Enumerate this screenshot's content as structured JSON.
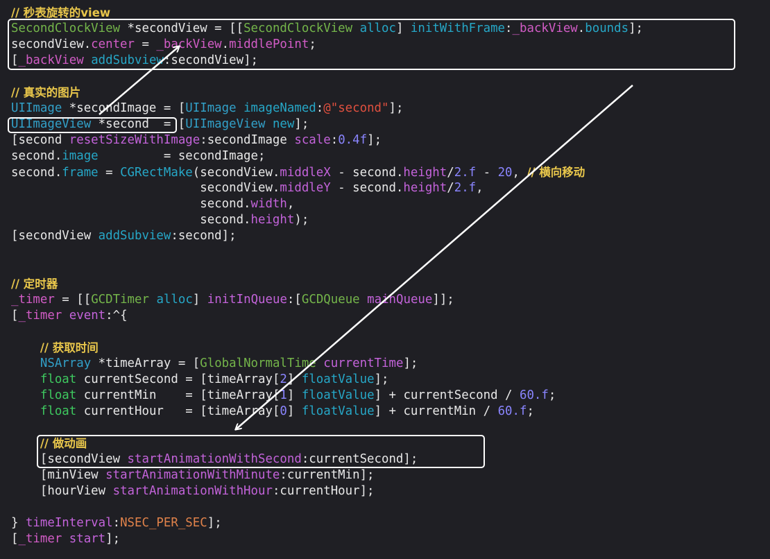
{
  "colors": {
    "background": "#1f1f24",
    "plain": "#e8e8e8",
    "comment": "#e8c64b",
    "class_green": "#74b54a",
    "class_blue": "#32a0c8",
    "method": "#26a7c7",
    "ivar": "#d25cc6",
    "keyword": "#3ec85f",
    "number": "#8a85ff",
    "string": "#e0503f",
    "macro": "#e0824a",
    "call": "#c363da",
    "annotation": "#ffffff"
  },
  "code_lines": [
    [
      {
        "t": "// 秒表旋转的view",
        "c": "comment"
      }
    ],
    [
      {
        "t": "SecondClockView",
        "c": "class_green"
      },
      {
        "t": " *secondView = [[",
        "c": "plain"
      },
      {
        "t": "SecondClockView",
        "c": "class_green"
      },
      {
        "t": " ",
        "c": "plain"
      },
      {
        "t": "alloc",
        "c": "method"
      },
      {
        "t": "] ",
        "c": "plain"
      },
      {
        "t": "initWithFrame",
        "c": "method"
      },
      {
        "t": ":",
        "c": "plain"
      },
      {
        "t": "_backView",
        "c": "ivar"
      },
      {
        "t": ".",
        "c": "plain"
      },
      {
        "t": "bounds",
        "c": "method"
      },
      {
        "t": "];",
        "c": "plain"
      }
    ],
    [
      {
        "t": "secondView.",
        "c": "plain"
      },
      {
        "t": "center",
        "c": "ivar"
      },
      {
        "t": " = ",
        "c": "plain"
      },
      {
        "t": "_backView",
        "c": "ivar"
      },
      {
        "t": ".",
        "c": "plain"
      },
      {
        "t": "middlePoint",
        "c": "ivar"
      },
      {
        "t": ";",
        "c": "plain"
      }
    ],
    [
      {
        "t": "[",
        "c": "plain"
      },
      {
        "t": "_backView",
        "c": "ivar"
      },
      {
        "t": " ",
        "c": "plain"
      },
      {
        "t": "addSubview",
        "c": "method"
      },
      {
        "t": ":secondView];",
        "c": "plain"
      }
    ],
    [],
    [
      {
        "t": "// 真实的图片",
        "c": "comment"
      }
    ],
    [
      {
        "t": "UIImage",
        "c": "class_blue"
      },
      {
        "t": " *secondImage = [",
        "c": "plain"
      },
      {
        "t": "UIImage",
        "c": "class_blue"
      },
      {
        "t": " ",
        "c": "plain"
      },
      {
        "t": "imageNamed",
        "c": "method"
      },
      {
        "t": ":",
        "c": "plain"
      },
      {
        "t": "@\"second\"",
        "c": "string"
      },
      {
        "t": "];",
        "c": "plain"
      }
    ],
    [
      {
        "t": "UIImageView",
        "c": "class_blue"
      },
      {
        "t": " *second  = [",
        "c": "plain"
      },
      {
        "t": "UIImageView",
        "c": "class_blue"
      },
      {
        "t": " ",
        "c": "plain"
      },
      {
        "t": "new",
        "c": "method"
      },
      {
        "t": "];",
        "c": "plain"
      }
    ],
    [
      {
        "t": "[second ",
        "c": "plain"
      },
      {
        "t": "resetSizeWithImage",
        "c": "call"
      },
      {
        "t": ":secondImage ",
        "c": "plain"
      },
      {
        "t": "scale",
        "c": "call"
      },
      {
        "t": ":",
        "c": "plain"
      },
      {
        "t": "0.4f",
        "c": "number"
      },
      {
        "t": "];",
        "c": "plain"
      }
    ],
    [
      {
        "t": "second.",
        "c": "plain"
      },
      {
        "t": "image",
        "c": "method"
      },
      {
        "t": "         = secondImage;",
        "c": "plain"
      }
    ],
    [
      {
        "t": "second.",
        "c": "plain"
      },
      {
        "t": "frame",
        "c": "method"
      },
      {
        "t": " = ",
        "c": "plain"
      },
      {
        "t": "CGRectMake",
        "c": "method"
      },
      {
        "t": "(secondView.",
        "c": "plain"
      },
      {
        "t": "middleX",
        "c": "call"
      },
      {
        "t": " - second.",
        "c": "plain"
      },
      {
        "t": "height",
        "c": "call"
      },
      {
        "t": "/",
        "c": "plain"
      },
      {
        "t": "2.f",
        "c": "number"
      },
      {
        "t": " - ",
        "c": "plain"
      },
      {
        "t": "20",
        "c": "number"
      },
      {
        "t": ", ",
        "c": "plain"
      },
      {
        "t": "// 横向移动",
        "c": "comment"
      }
    ],
    [
      {
        "t": "                          secondView.",
        "c": "plain"
      },
      {
        "t": "middleY",
        "c": "call"
      },
      {
        "t": " - second.",
        "c": "plain"
      },
      {
        "t": "height",
        "c": "call"
      },
      {
        "t": "/",
        "c": "plain"
      },
      {
        "t": "2.f",
        "c": "number"
      },
      {
        "t": ",",
        "c": "plain"
      }
    ],
    [
      {
        "t": "                          second.",
        "c": "plain"
      },
      {
        "t": "width",
        "c": "call"
      },
      {
        "t": ",",
        "c": "plain"
      }
    ],
    [
      {
        "t": "                          second.",
        "c": "plain"
      },
      {
        "t": "height",
        "c": "call"
      },
      {
        "t": ");",
        "c": "plain"
      }
    ],
    [
      {
        "t": "[secondView ",
        "c": "plain"
      },
      {
        "t": "addSubview",
        "c": "method"
      },
      {
        "t": ":second];",
        "c": "plain"
      }
    ],
    [],
    [],
    [
      {
        "t": "// 定时器",
        "c": "comment"
      }
    ],
    [
      {
        "t": "_timer",
        "c": "ivar"
      },
      {
        "t": " = [[",
        "c": "plain"
      },
      {
        "t": "GCDTimer",
        "c": "class_green"
      },
      {
        "t": " ",
        "c": "plain"
      },
      {
        "t": "alloc",
        "c": "method"
      },
      {
        "t": "] ",
        "c": "plain"
      },
      {
        "t": "initInQueue",
        "c": "call"
      },
      {
        "t": ":[",
        "c": "plain"
      },
      {
        "t": "GCDQueue",
        "c": "class_green"
      },
      {
        "t": " ",
        "c": "plain"
      },
      {
        "t": "mainQueue",
        "c": "call"
      },
      {
        "t": "]];",
        "c": "plain"
      }
    ],
    [
      {
        "t": "[",
        "c": "plain"
      },
      {
        "t": "_timer",
        "c": "ivar"
      },
      {
        "t": " ",
        "c": "plain"
      },
      {
        "t": "event",
        "c": "call"
      },
      {
        "t": ":^{",
        "c": "plain"
      }
    ],
    [],
    [
      {
        "t": "    ",
        "c": "plain"
      },
      {
        "t": "// 获取时间",
        "c": "comment"
      }
    ],
    [
      {
        "t": "    ",
        "c": "plain"
      },
      {
        "t": "NSArray",
        "c": "class_blue"
      },
      {
        "t": " *timeArray = [",
        "c": "plain"
      },
      {
        "t": "GlobalNormalTime",
        "c": "class_green"
      },
      {
        "t": " ",
        "c": "plain"
      },
      {
        "t": "currentTime",
        "c": "call"
      },
      {
        "t": "];",
        "c": "plain"
      }
    ],
    [
      {
        "t": "    ",
        "c": "plain"
      },
      {
        "t": "float",
        "c": "keyword"
      },
      {
        "t": " currentSecond = [timeArray[",
        "c": "plain"
      },
      {
        "t": "2",
        "c": "number"
      },
      {
        "t": "] ",
        "c": "plain"
      },
      {
        "t": "floatValue",
        "c": "method"
      },
      {
        "t": "];",
        "c": "plain"
      }
    ],
    [
      {
        "t": "    ",
        "c": "plain"
      },
      {
        "t": "float",
        "c": "keyword"
      },
      {
        "t": " currentMin    = [timeArray[",
        "c": "plain"
      },
      {
        "t": "1",
        "c": "number"
      },
      {
        "t": "] ",
        "c": "plain"
      },
      {
        "t": "floatValue",
        "c": "method"
      },
      {
        "t": "] + currentSecond / ",
        "c": "plain"
      },
      {
        "t": "60.f",
        "c": "number"
      },
      {
        "t": ";",
        "c": "plain"
      }
    ],
    [
      {
        "t": "    ",
        "c": "plain"
      },
      {
        "t": "float",
        "c": "keyword"
      },
      {
        "t": " currentHour   = [timeArray[",
        "c": "plain"
      },
      {
        "t": "0",
        "c": "number"
      },
      {
        "t": "] ",
        "c": "plain"
      },
      {
        "t": "floatValue",
        "c": "method"
      },
      {
        "t": "] + currentMin / ",
        "c": "plain"
      },
      {
        "t": "60.f",
        "c": "number"
      },
      {
        "t": ";",
        "c": "plain"
      }
    ],
    [],
    [
      {
        "t": "    ",
        "c": "plain"
      },
      {
        "t": "// 做动画",
        "c": "comment"
      }
    ],
    [
      {
        "t": "    [secondView ",
        "c": "plain"
      },
      {
        "t": "startAnimationWithSecond",
        "c": "call"
      },
      {
        "t": ":currentSecond];",
        "c": "plain"
      }
    ],
    [
      {
        "t": "    [minView ",
        "c": "plain"
      },
      {
        "t": "startAnimationWithMinute",
        "c": "call"
      },
      {
        "t": ":currentMin];",
        "c": "plain"
      }
    ],
    [
      {
        "t": "    [hourView ",
        "c": "plain"
      },
      {
        "t": "startAnimationWithHour",
        "c": "call"
      },
      {
        "t": ":currentHour];",
        "c": "plain"
      }
    ],
    [],
    [
      {
        "t": "} ",
        "c": "plain"
      },
      {
        "t": "timeInterval",
        "c": "call"
      },
      {
        "t": ":",
        "c": "plain"
      },
      {
        "t": "NSEC_PER_SEC",
        "c": "macro"
      },
      {
        "t": "];",
        "c": "plain"
      }
    ],
    [
      {
        "t": "[",
        "c": "plain"
      },
      {
        "t": "_timer",
        "c": "ivar"
      },
      {
        "t": " ",
        "c": "plain"
      },
      {
        "t": "start",
        "c": "call"
      },
      {
        "t": "];",
        "c": "plain"
      }
    ]
  ]
}
